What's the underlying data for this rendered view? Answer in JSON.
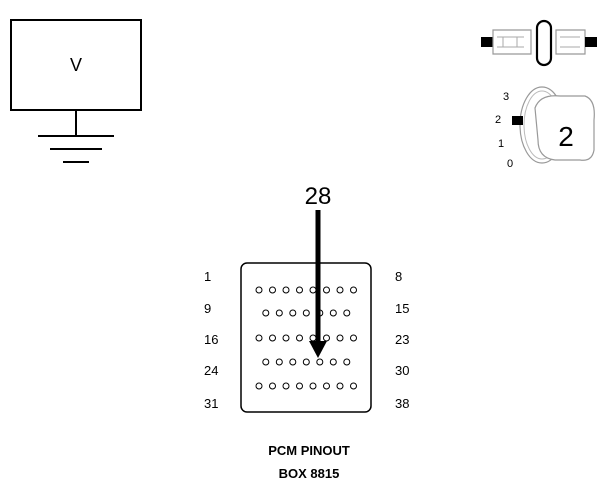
{
  "voltmeter": {
    "symbol": "V"
  },
  "selector": {
    "positions": [
      "3",
      "2",
      "1",
      "0"
    ],
    "setting": "2"
  },
  "probe": {
    "pin": "28"
  },
  "connector": {
    "rows": [
      {
        "left": "1",
        "right": "8",
        "holes": 8
      },
      {
        "left": "9",
        "right": "15",
        "holes": 7
      },
      {
        "left": "16",
        "right": "23",
        "holes": 8
      },
      {
        "left": "24",
        "right": "30",
        "holes": 7
      },
      {
        "left": "31",
        "right": "38",
        "holes": 8
      }
    ]
  },
  "caption": {
    "line1": "PCM PINOUT",
    "line2": "BOX 8815"
  }
}
